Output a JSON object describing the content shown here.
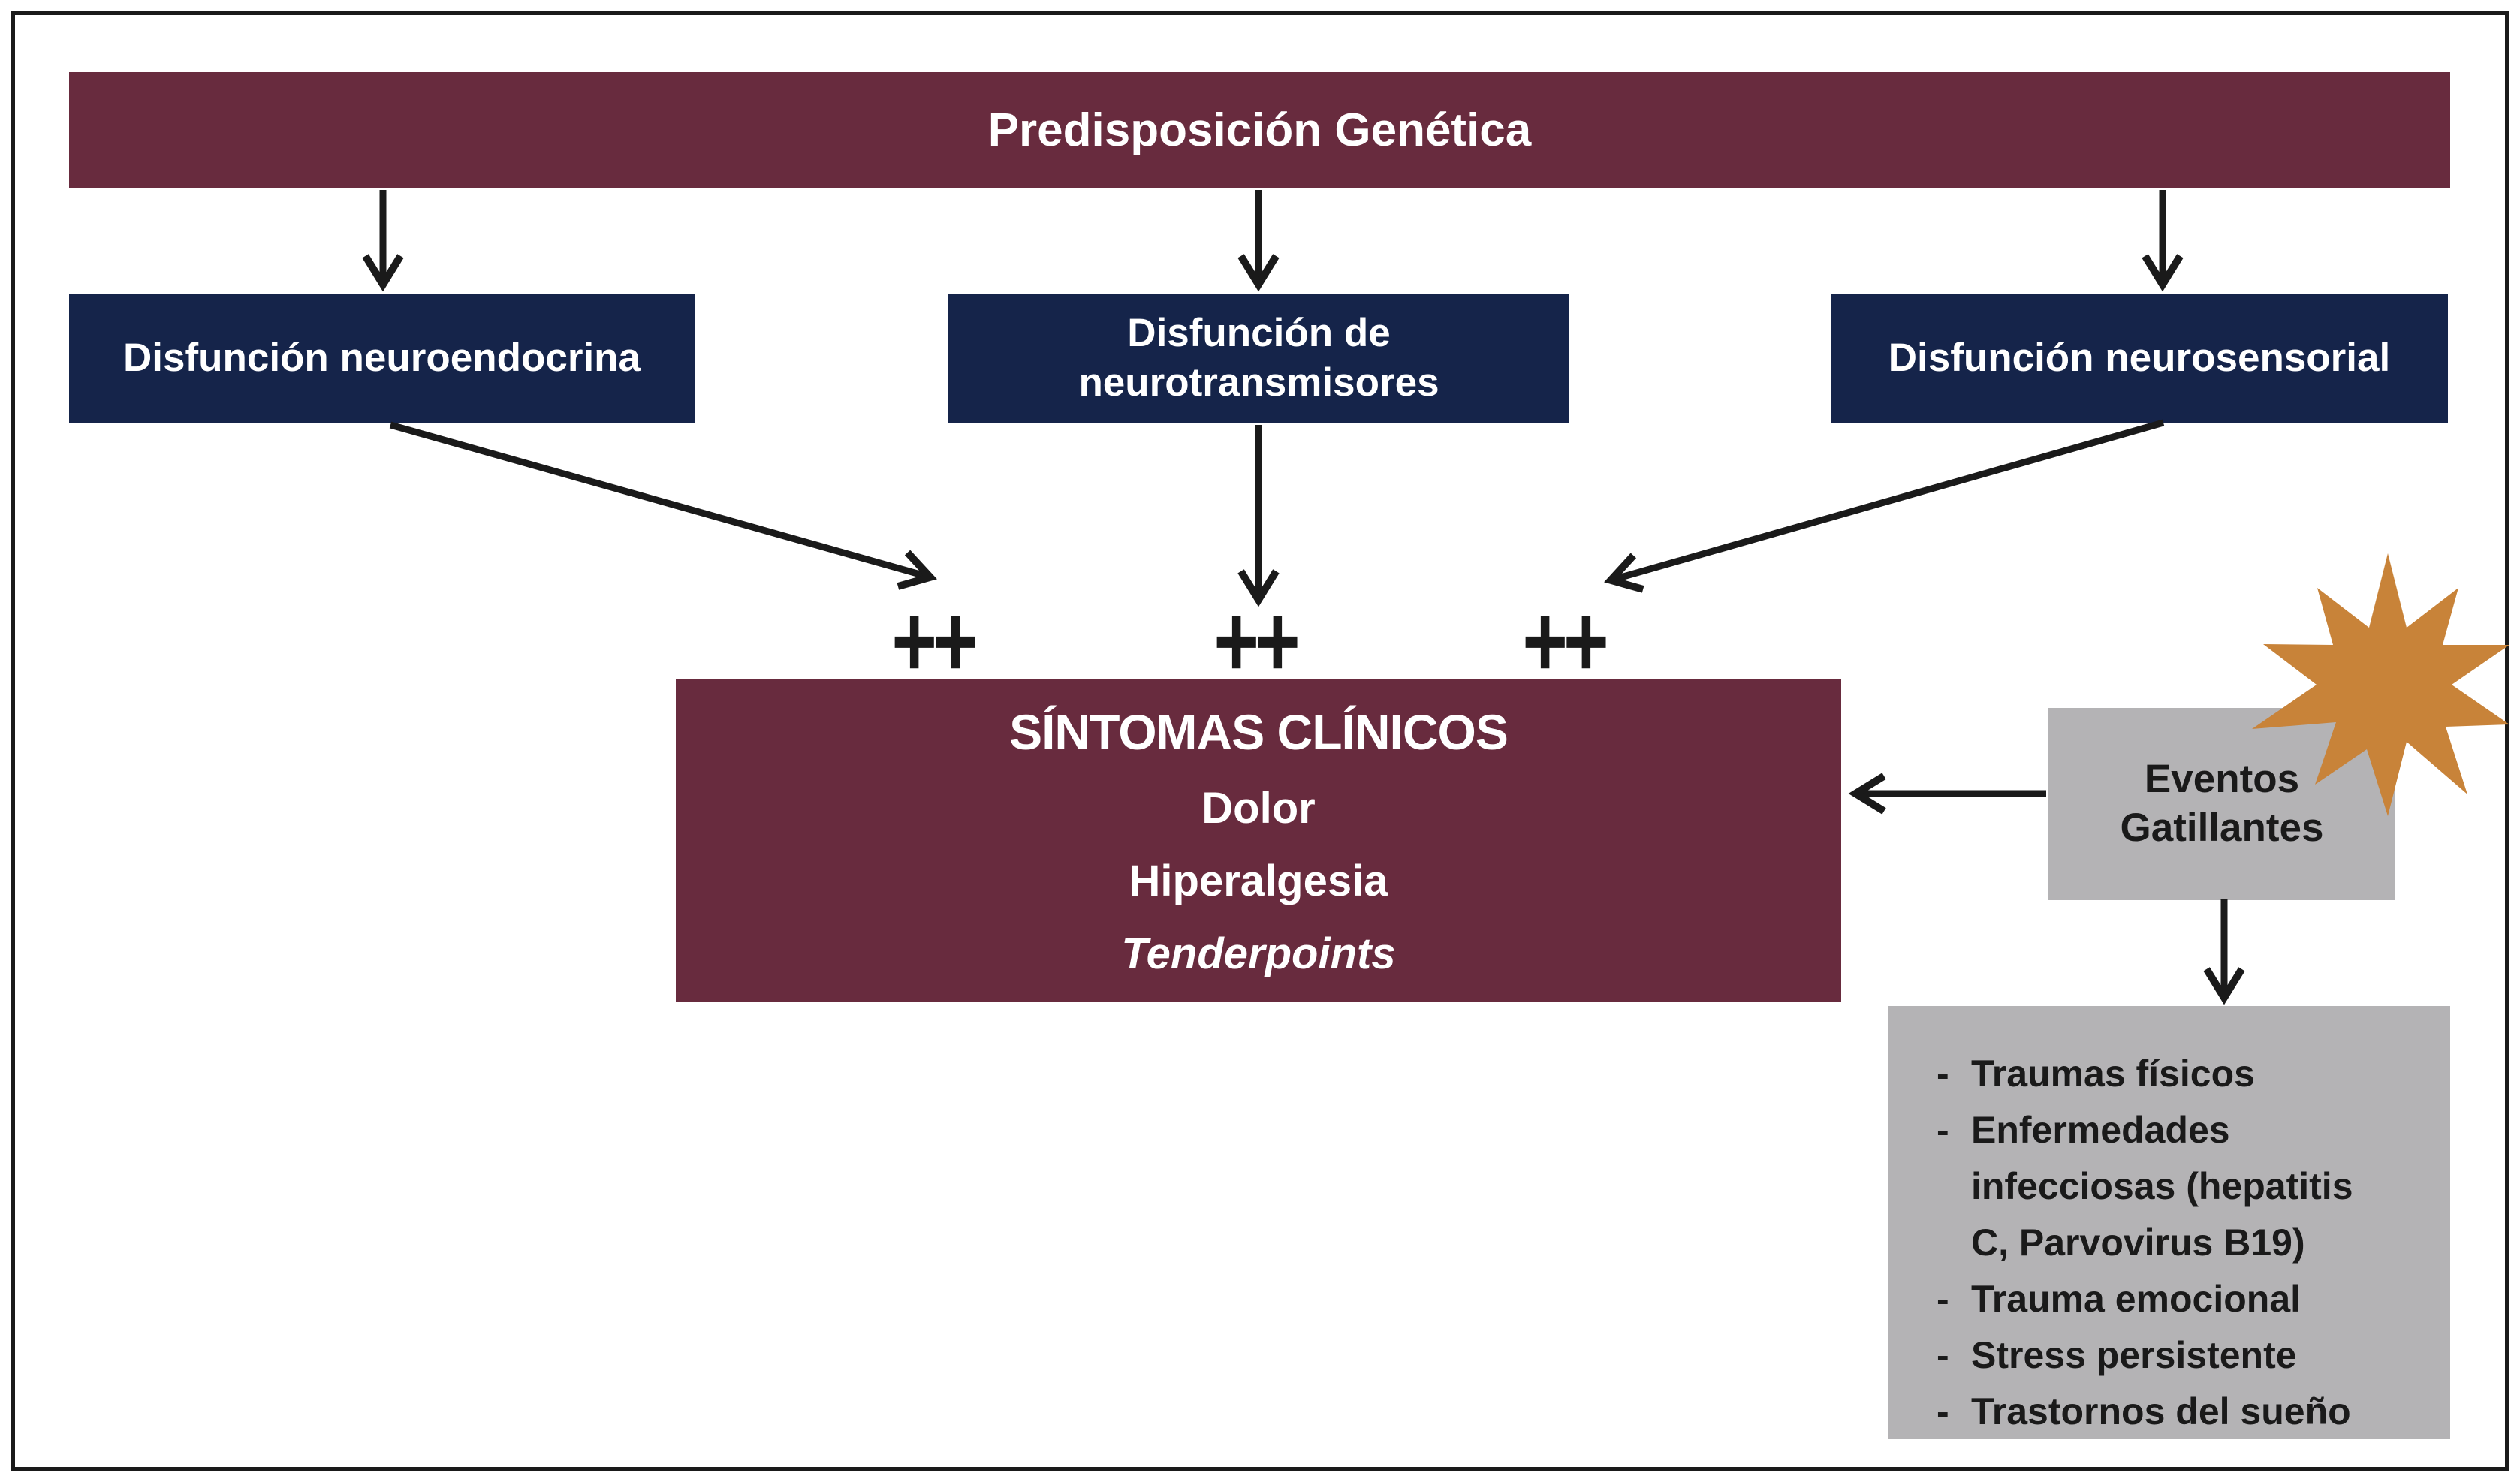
{
  "figure": {
    "genetic_banner": "Predisposición Genética",
    "boxes": {
      "neuroendocrine": "Disfunción neuroendocrina",
      "neurotransmitters": "Disfunción de neurotransmisores",
      "neurosensory": "Disfunción neurosensorial"
    },
    "plus_markers": [
      "++",
      "++",
      "++"
    ],
    "symptoms": {
      "title": "SÍNTOMAS CLÍNICOS",
      "line1": "Dolor",
      "line2": "Hiperalgesia",
      "line3": "Tenderpoints"
    },
    "trigger_events": {
      "line1": "Eventos",
      "line2": "Gatillantes"
    },
    "trigger_list": [
      {
        "bullet": "-",
        "text": "Traumas físicos"
      },
      {
        "bullet": "-",
        "text": "Enfermedades"
      },
      {
        "bullet": "",
        "text": "infecciosas (hepatitis"
      },
      {
        "bullet": "",
        "text": "C, Parvovirus B19)"
      },
      {
        "bullet": "-",
        "text": "Trauma emocional"
      },
      {
        "bullet": "-",
        "text": "Stress persistente"
      },
      {
        "bullet": "-",
        "text": "Trastornos del sueño"
      }
    ],
    "colors": {
      "maroon": "#682b3e",
      "navy": "#15244a",
      "gray": "#b4b3b5",
      "orange": "#c88339",
      "ink": "#1a1a1a"
    }
  }
}
